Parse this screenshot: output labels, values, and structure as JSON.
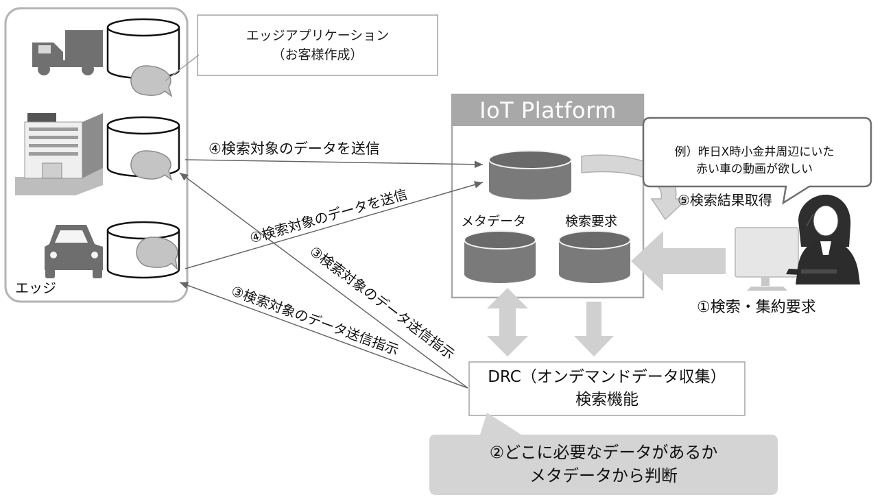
{
  "edge_app_callout": {
    "line1": "エッジアプリケーション",
    "line2": "（お客様作成）"
  },
  "edge_group_label": "エッジ",
  "platform": {
    "title": "IoT Platform",
    "metadata_label": "メタデータ",
    "search_request_label": "検索要求"
  },
  "drc": {
    "line1": "DRC（オンデマンドデータ収集）",
    "line2": "検索機能"
  },
  "user_request_bubble": {
    "line1": "例）昨日X時小金井周辺にいた",
    "line2": "赤い車の動画が欲しい"
  },
  "judgement": {
    "line1": "②どこに必要なデータがあるか",
    "line2": "メタデータから判断"
  },
  "arrows": {
    "search_aggregate": "①検索・集約要求",
    "send_data_1": "④検索対象のデータを送信",
    "send_data_2": "④検索対象のデータを送信",
    "send_instruction_1": "③検索対象のデータ送信指示",
    "send_instruction_2": "③検索対象のデータ送信指示",
    "result": "⑤検索結果取得"
  }
}
